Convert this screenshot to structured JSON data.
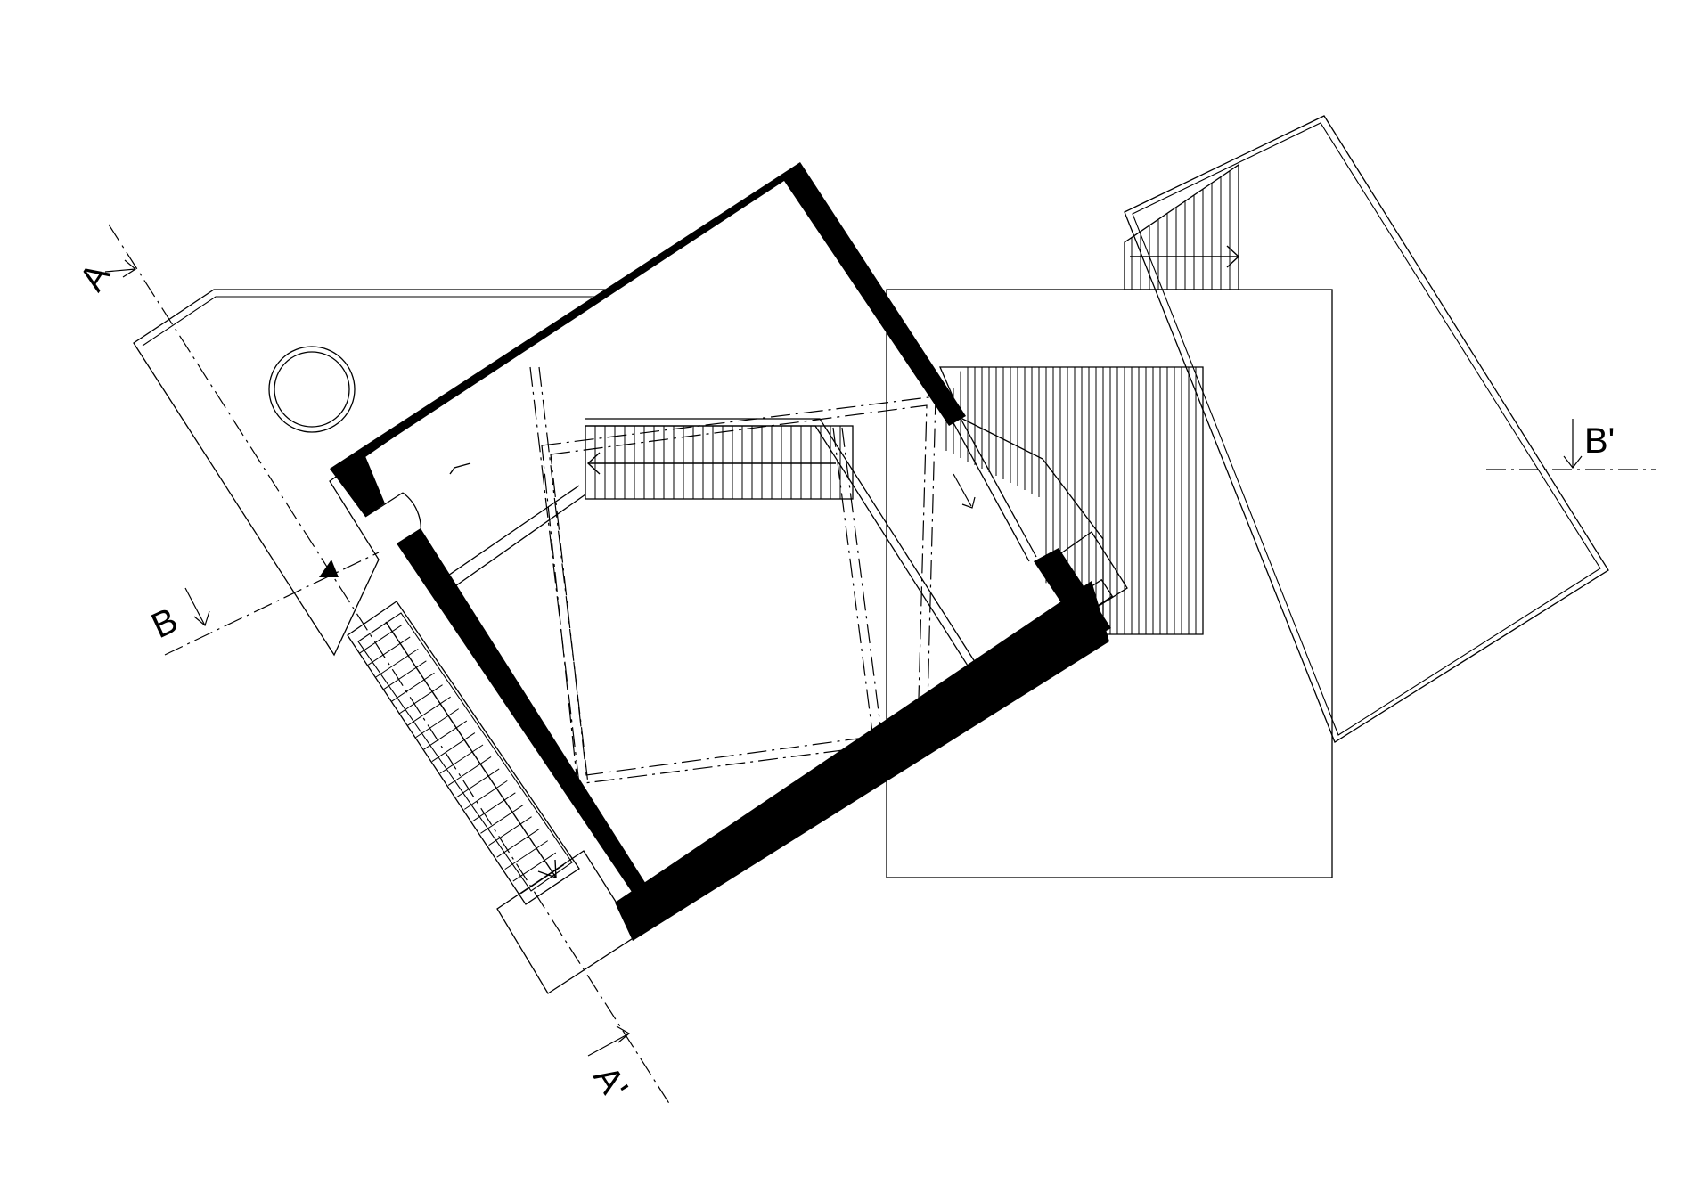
{
  "section_labels": {
    "a_start": "A",
    "a_end": "A'",
    "b_start": "B",
    "b_end": "B'"
  },
  "colors": {
    "ink": "#000000",
    "paper": "#ffffff"
  }
}
